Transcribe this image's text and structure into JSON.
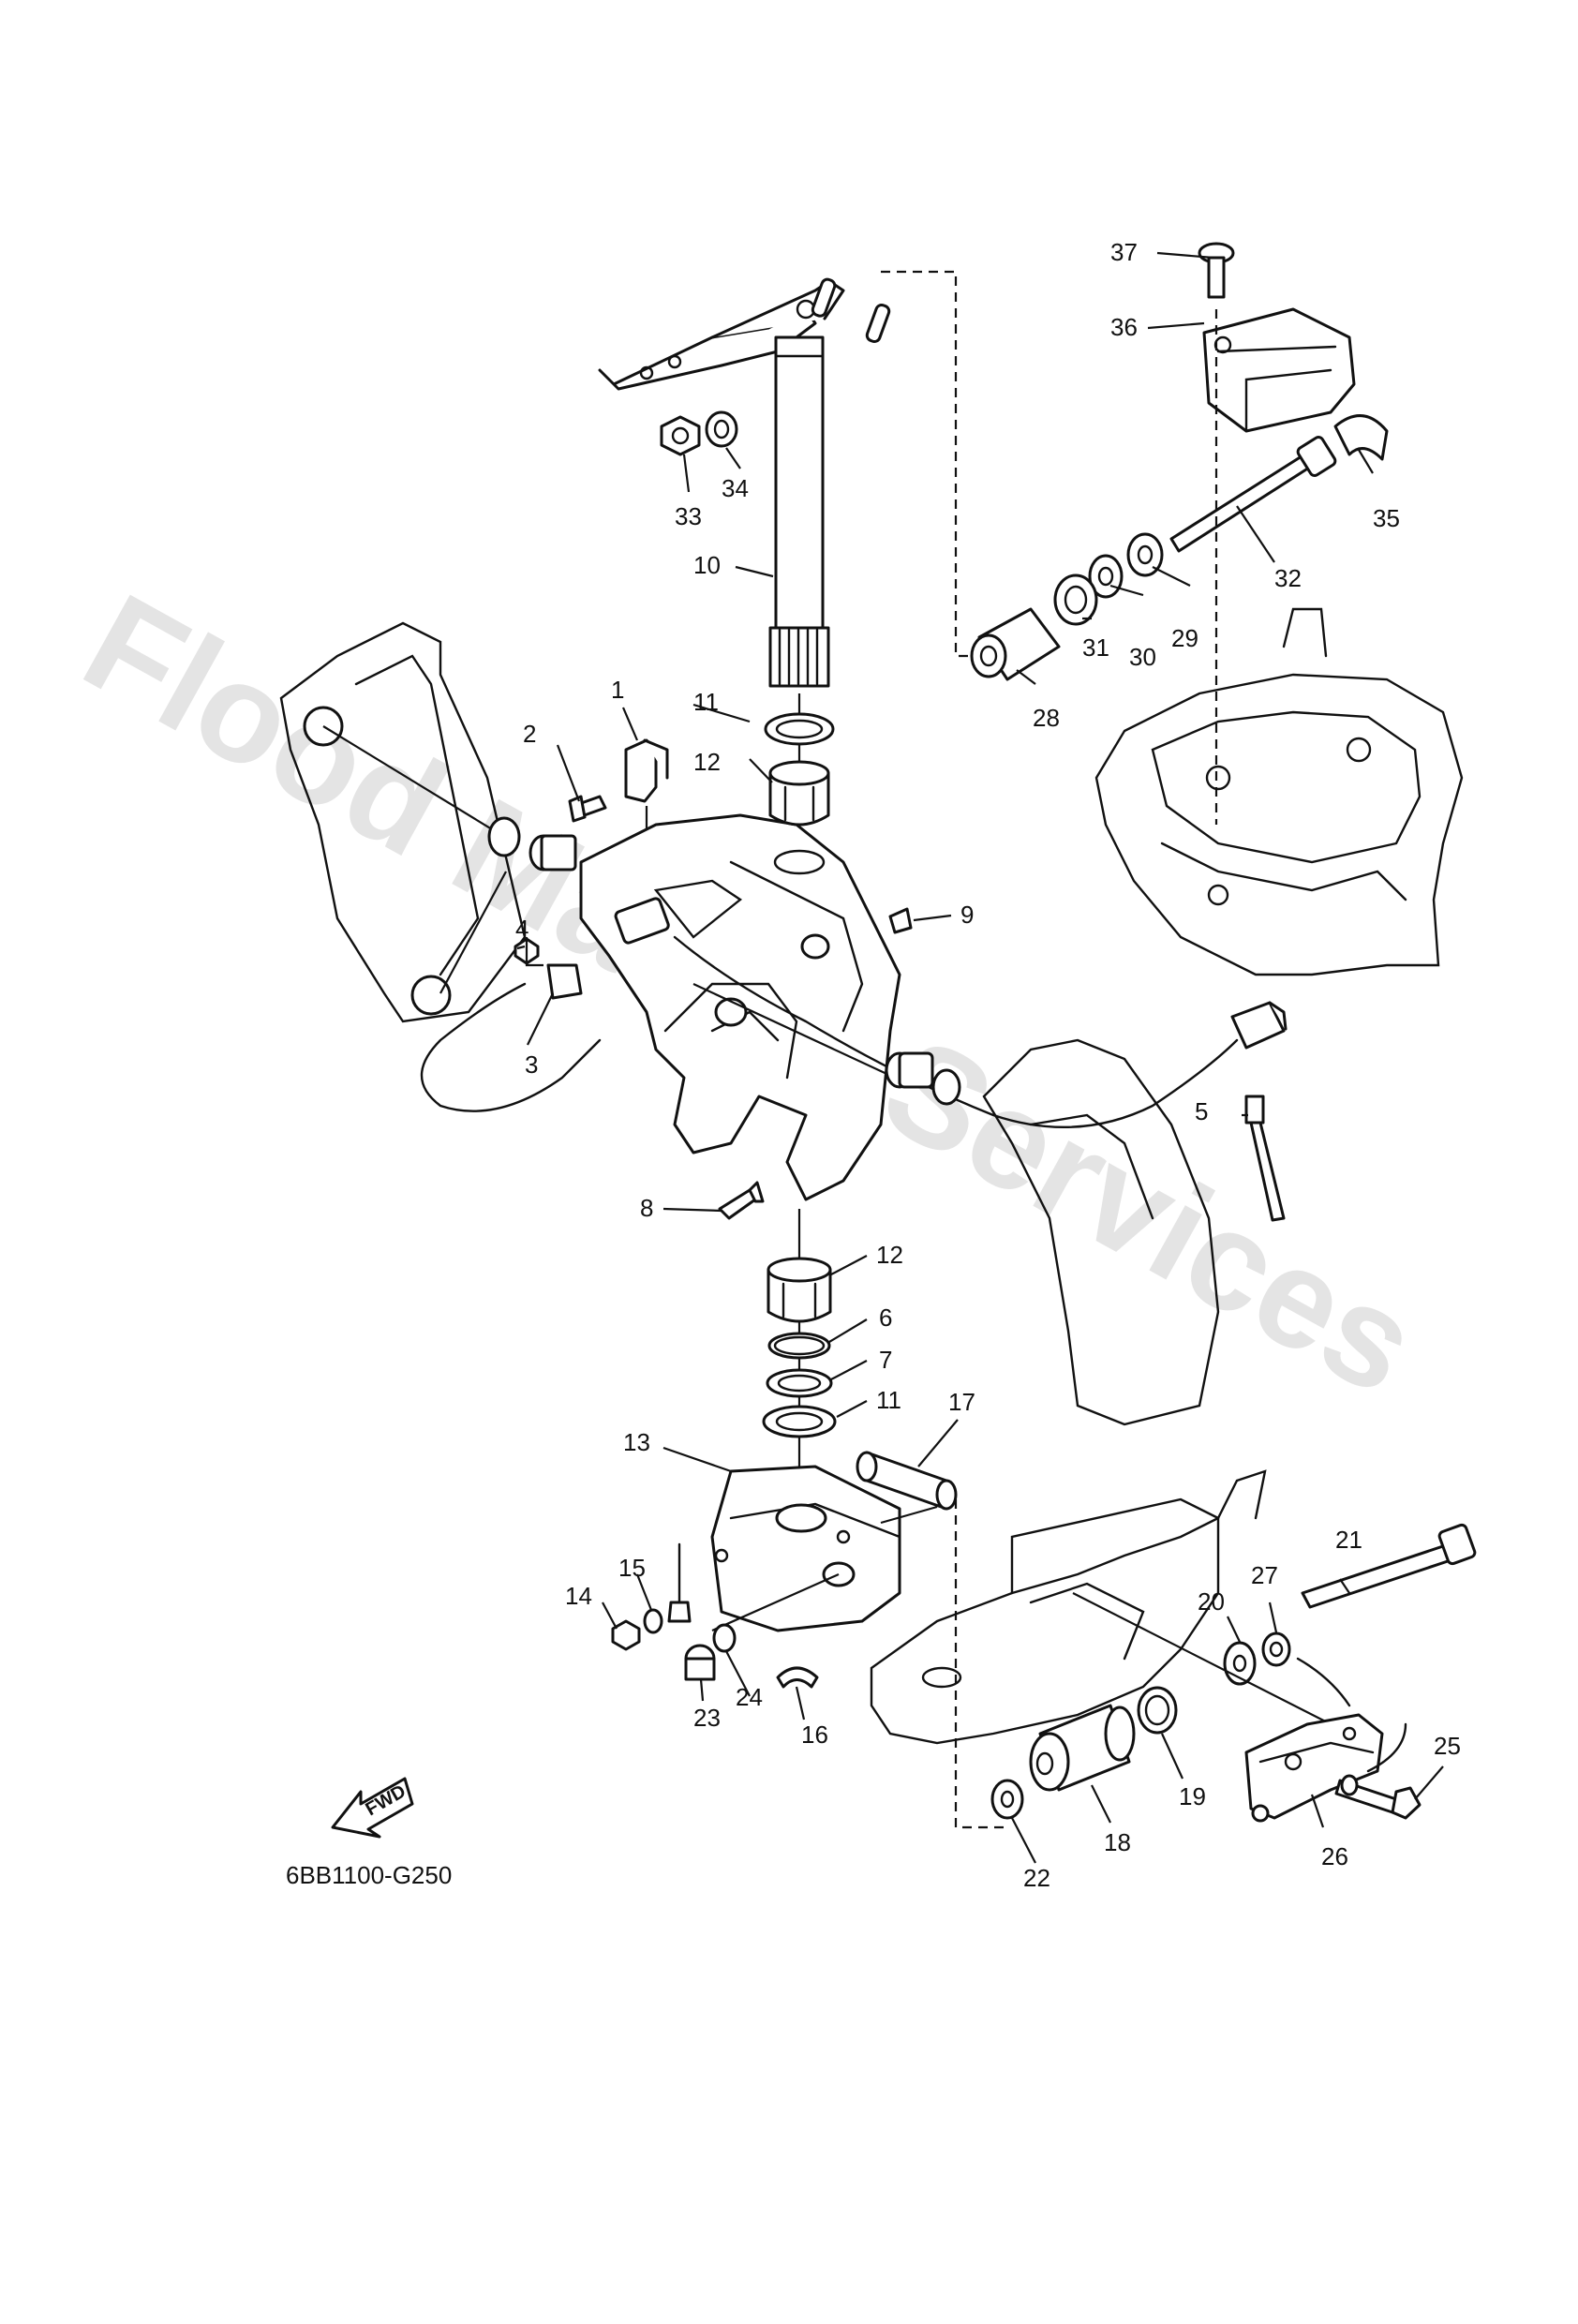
{
  "diagram": {
    "code": "6BB1100-G250",
    "watermark": "Flood Marine Services",
    "fwd_label": "FWD",
    "callouts": [
      {
        "id": "c1",
        "label": "1"
      },
      {
        "id": "c2",
        "label": "2"
      },
      {
        "id": "c3",
        "label": "3"
      },
      {
        "id": "c4",
        "label": "4"
      },
      {
        "id": "c5",
        "label": "5"
      },
      {
        "id": "c6",
        "label": "6"
      },
      {
        "id": "c7",
        "label": "7"
      },
      {
        "id": "c8",
        "label": "8"
      },
      {
        "id": "c9",
        "label": "9"
      },
      {
        "id": "c10",
        "label": "10"
      },
      {
        "id": "c11a",
        "label": "11"
      },
      {
        "id": "c11b",
        "label": "11"
      },
      {
        "id": "c12a",
        "label": "12"
      },
      {
        "id": "c12b",
        "label": "12"
      },
      {
        "id": "c13",
        "label": "13"
      },
      {
        "id": "c14",
        "label": "14"
      },
      {
        "id": "c15",
        "label": "15"
      },
      {
        "id": "c16",
        "label": "16"
      },
      {
        "id": "c17",
        "label": "17"
      },
      {
        "id": "c18",
        "label": "18"
      },
      {
        "id": "c19",
        "label": "19"
      },
      {
        "id": "c20",
        "label": "20"
      },
      {
        "id": "c21",
        "label": "21"
      },
      {
        "id": "c22",
        "label": "22"
      },
      {
        "id": "c23",
        "label": "23"
      },
      {
        "id": "c24",
        "label": "24"
      },
      {
        "id": "c25",
        "label": "25"
      },
      {
        "id": "c26",
        "label": "26"
      },
      {
        "id": "c27",
        "label": "27"
      },
      {
        "id": "c28",
        "label": "28"
      },
      {
        "id": "c29",
        "label": "29"
      },
      {
        "id": "c30",
        "label": "30"
      },
      {
        "id": "c31",
        "label": "31"
      },
      {
        "id": "c32",
        "label": "32"
      },
      {
        "id": "c33",
        "label": "33"
      },
      {
        "id": "c34",
        "label": "34"
      },
      {
        "id": "c35",
        "label": "35"
      },
      {
        "id": "c36",
        "label": "36"
      },
      {
        "id": "c37",
        "label": "37"
      }
    ]
  }
}
